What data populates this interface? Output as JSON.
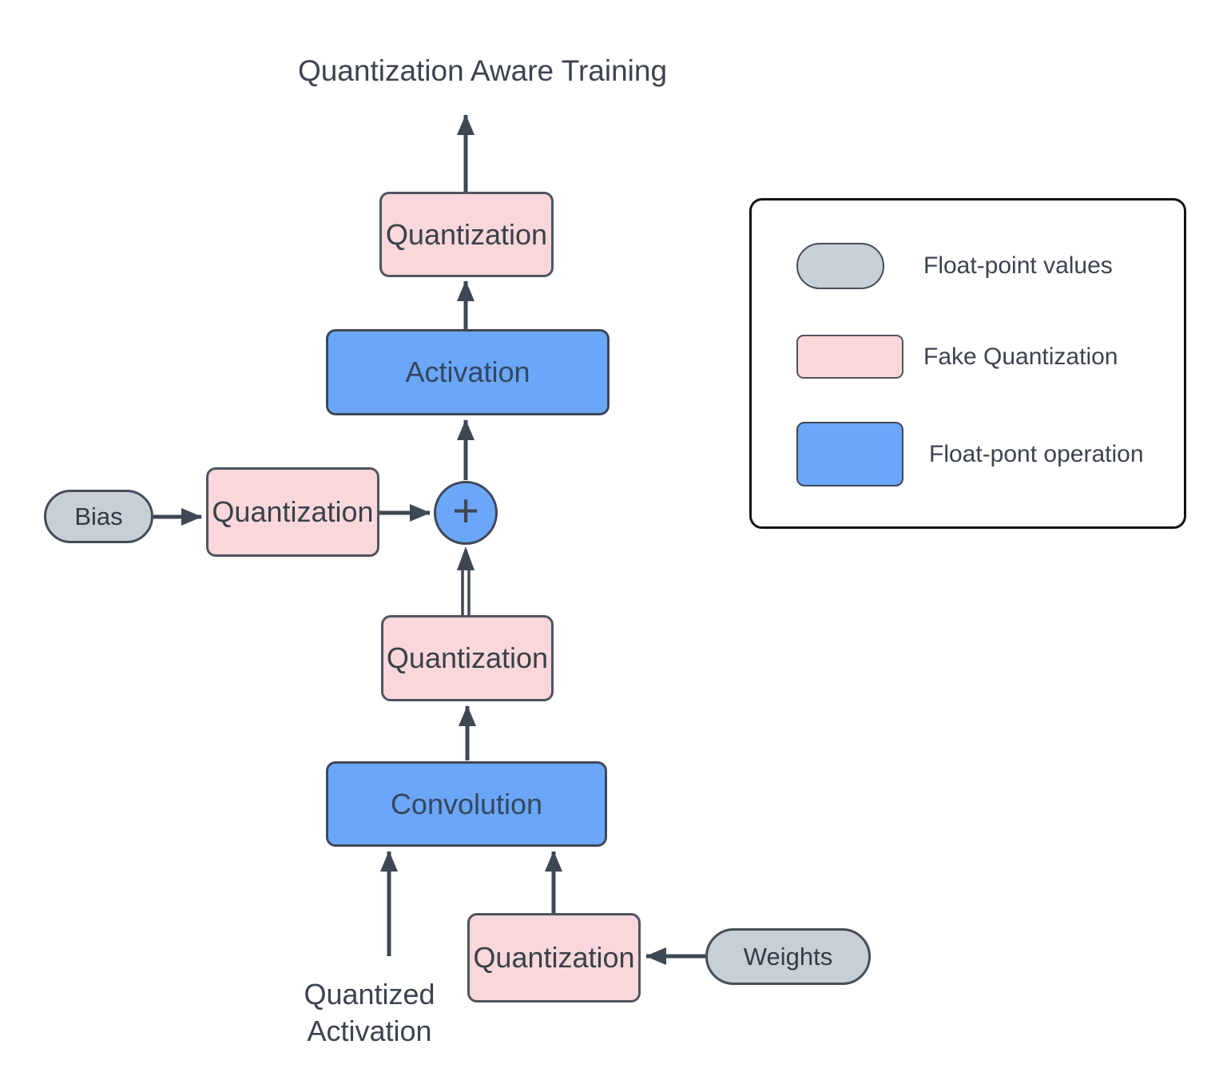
{
  "title": "Quantization Aware Training",
  "nodes": {
    "quantization_output": {
      "label": "Quantization"
    },
    "activation": {
      "label": "Activation"
    },
    "adder": {
      "label": "+"
    },
    "bias": {
      "label": "Bias"
    },
    "bias_quantization": {
      "label": "Quantization"
    },
    "conv_output_quantization": {
      "label": "Quantization"
    },
    "convolution": {
      "label": "Convolution"
    },
    "weights_quantization": {
      "label": "Quantization"
    },
    "weights": {
      "label": "Weights"
    },
    "quantized_activation": {
      "line1": "Quantized",
      "line2": "Activation"
    }
  },
  "legend": {
    "items": [
      {
        "swatch": "gray-pill",
        "label": "Float-point values"
      },
      {
        "swatch": "pink-rect",
        "label": "Fake Quantization"
      },
      {
        "swatch": "blue-rect",
        "label": "Float-pont operation"
      }
    ]
  },
  "colors": {
    "blue_fill": "#6CA6F8",
    "pink_fill": "#F9D7DA",
    "gray_fill": "#C9CFD6",
    "line_and_text": "#3E4754",
    "legend_border": "#141414",
    "background": "#FFFFFF"
  }
}
